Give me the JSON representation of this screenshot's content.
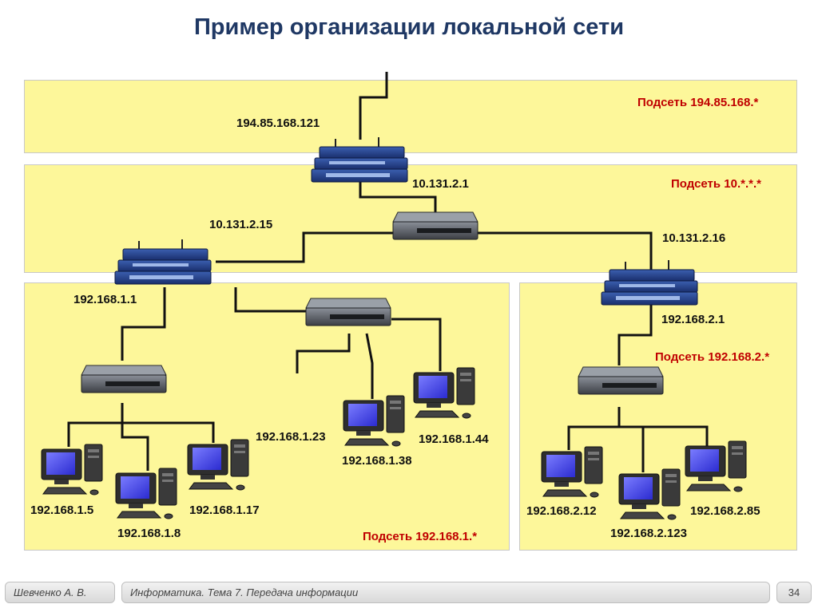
{
  "title": "Пример организации локальной сети",
  "subnets": {
    "top": "Подсеть 194.85.168.*",
    "middle": "Подсеть 10.*.*.*",
    "left": "Подсеть 192.168.1.*",
    "right": "Подсеть 192.168.2.*"
  },
  "addresses": {
    "r1_ext": "194.85.168.121",
    "r1_int": "10.131.2.1",
    "r2_ext": "10.131.2.15",
    "r2_int": "192.168.1.1",
    "r3_ext": "10.131.2.16",
    "r3_int": "192.168.2.1",
    "pc_1_5": "192.168.1.5",
    "pc_1_8": "192.168.1.8",
    "pc_1_17": "192.168.1.17",
    "pc_1_23": "192.168.1.23",
    "pc_1_38": "192.168.1.38",
    "pc_1_44": "192.168.1.44",
    "pc_2_12": "192.168.2.12",
    "pc_2_123": "192.168.2.123",
    "pc_2_85": "192.168.2.85"
  },
  "footer": {
    "author": "Шевченко А. В.",
    "course": "Информатика. Тема 7. Передача информации",
    "page": "34"
  },
  "colors": {
    "zone": "#fdf79a",
    "subnet_label": "#c00000",
    "title": "#1f3864"
  }
}
